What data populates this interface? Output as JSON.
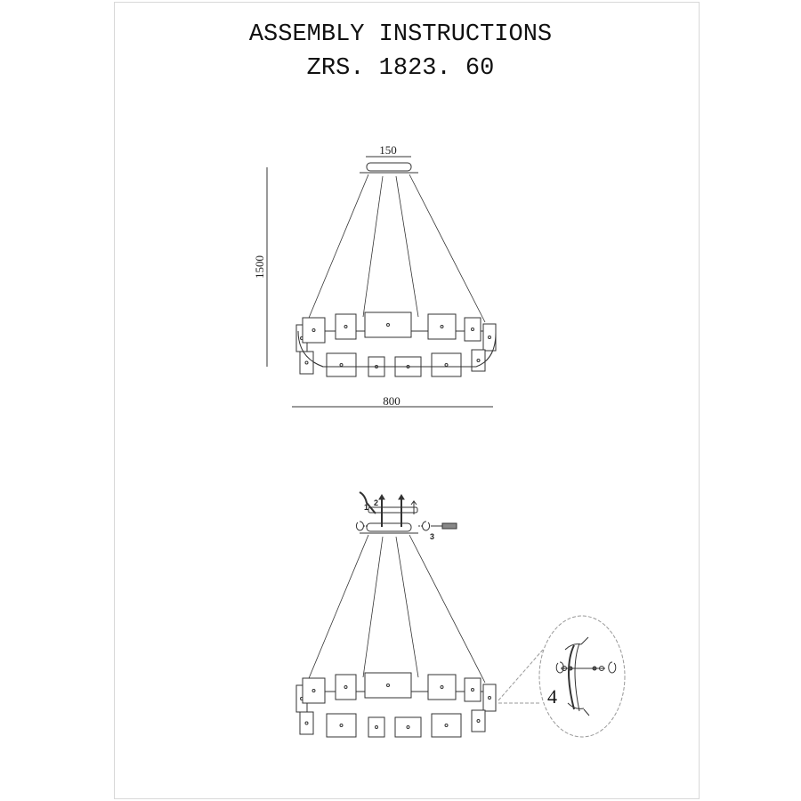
{
  "header": {
    "title": "ASSEMBLY INSTRUCTIONS",
    "model": "ZRS. 1823. 60"
  },
  "dimensions": {
    "canopy_width": "150",
    "height": "1500",
    "diameter": "800"
  },
  "assembly": {
    "steps": [
      "1",
      "2",
      "3",
      "4"
    ]
  }
}
